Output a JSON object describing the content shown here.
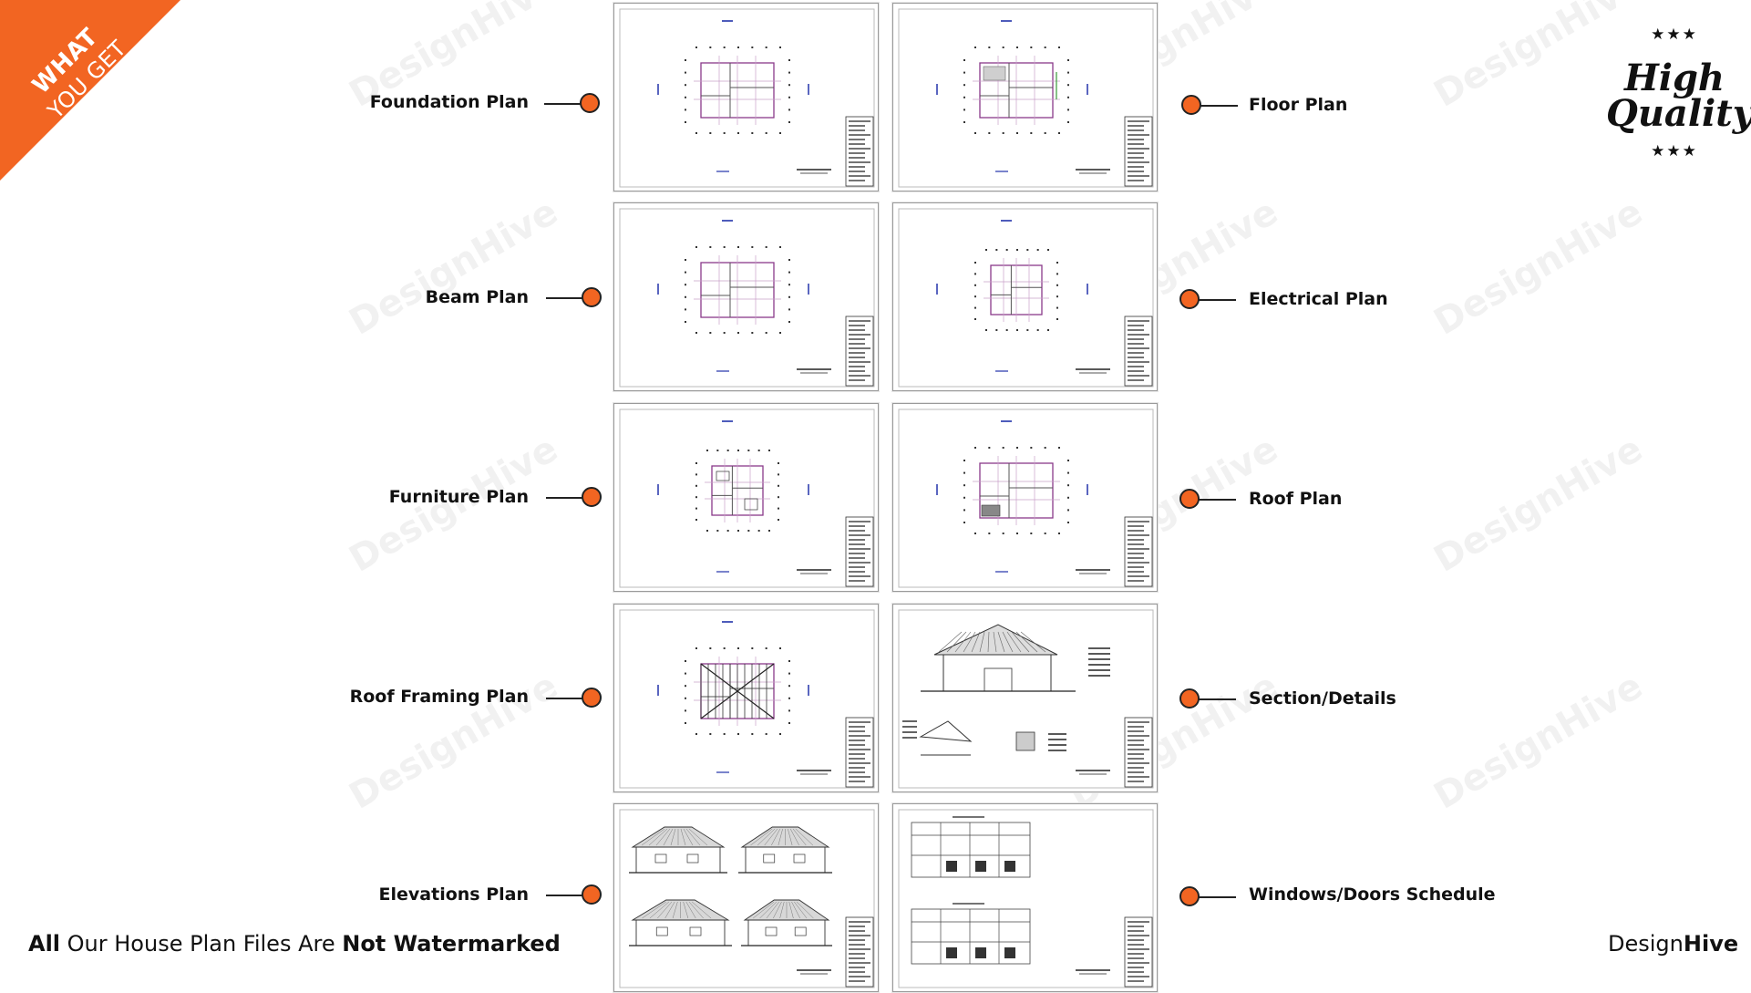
{
  "badge": {
    "line1": "WHAT",
    "line2": "YOU GET",
    "color": "#f26522"
  },
  "quality": {
    "word1": "High",
    "word2": "Quality",
    "stars": "★★★"
  },
  "plans_left": [
    {
      "label": "Foundation Plan"
    },
    {
      "label": "Beam Plan"
    },
    {
      "label": "Furniture Plan"
    },
    {
      "label": "Roof Framing Plan"
    },
    {
      "label": "Elevations Plan"
    }
  ],
  "plans_right": [
    {
      "label": "Floor Plan"
    },
    {
      "label": "Electrical Plan"
    },
    {
      "label": "Roof Plan"
    },
    {
      "label": "Section/Details"
    },
    {
      "label": "Windows/Doors Schedule"
    }
  ],
  "footer": {
    "part1": "All",
    "part2": " Our House Plan Files Are ",
    "part3": "Not Watermarked"
  },
  "brand": {
    "part1": "Design",
    "part2": "Hive"
  },
  "watermark": "DesignHive",
  "colors": {
    "accent": "#f26522",
    "connector": "#222222",
    "frame": "#9a9a9a"
  }
}
